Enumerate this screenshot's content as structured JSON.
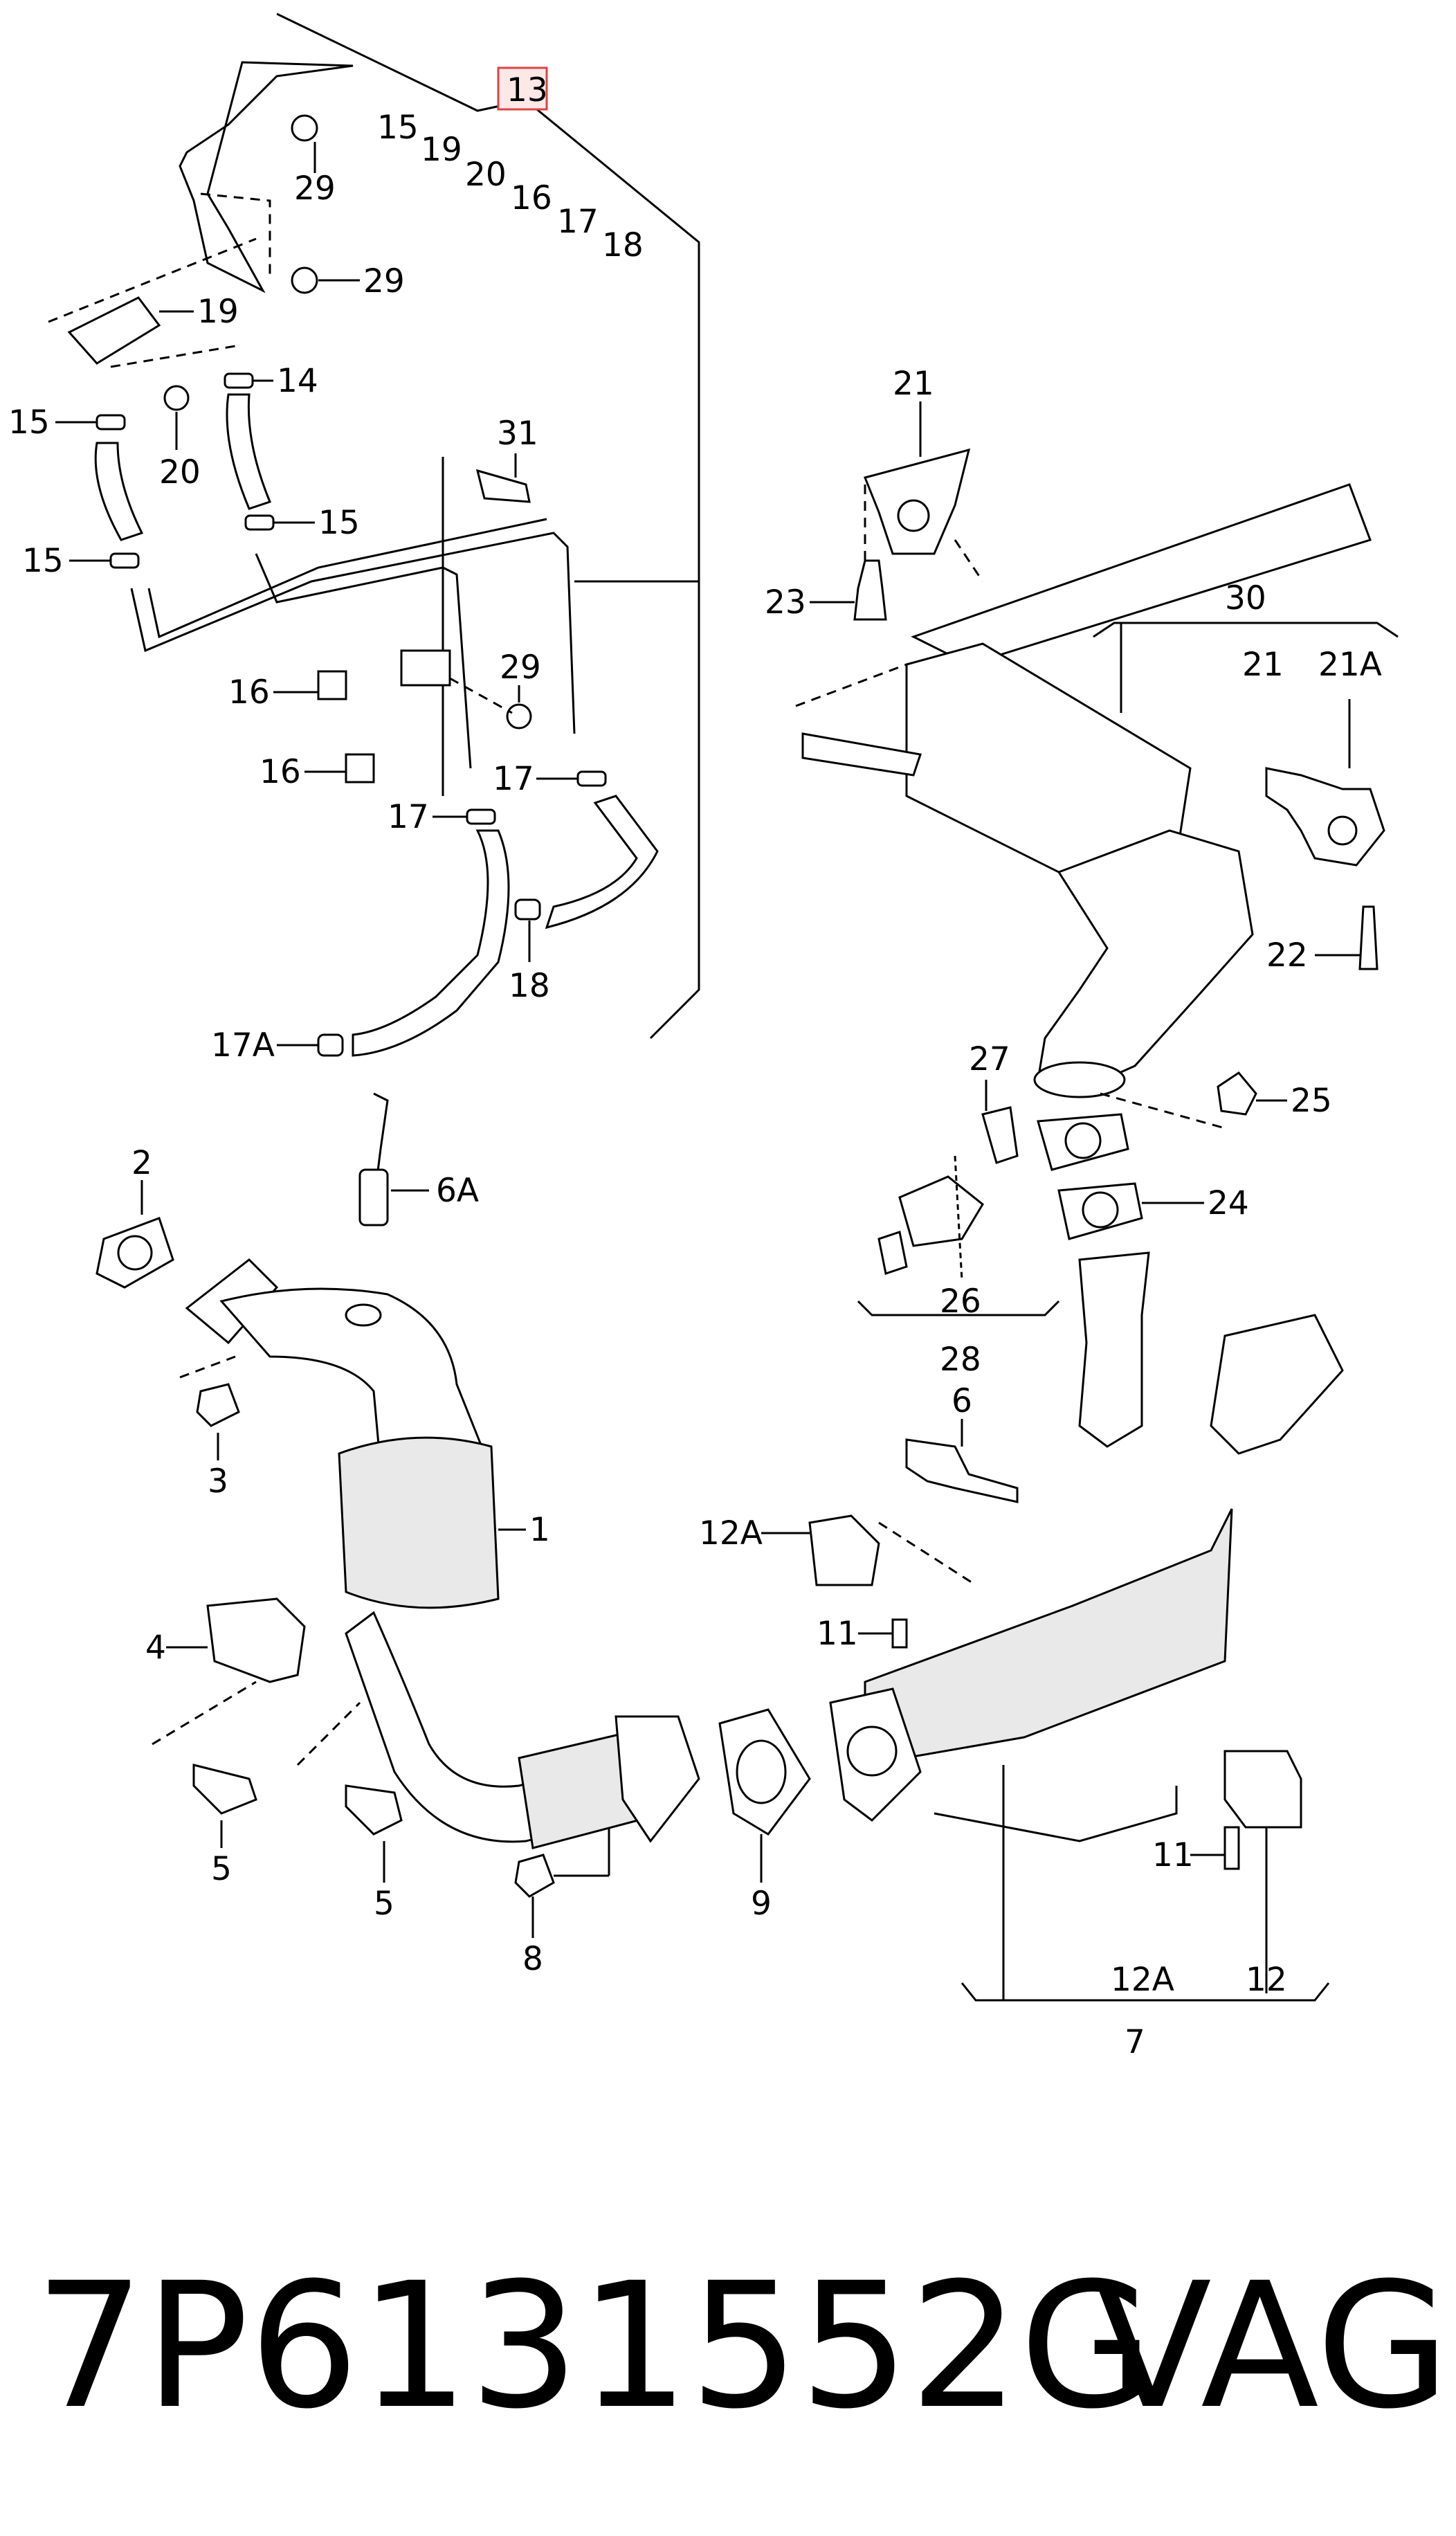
{
  "footer": {
    "part_number": "7P6131552G",
    "brand": "VAG"
  },
  "callouts": {
    "c13": "13",
    "c15a": "15",
    "c19a": "19",
    "c20a": "20",
    "c16a": "16",
    "c17a": "17",
    "c18a": "18",
    "c29a": "29",
    "c29b": "29",
    "c19b": "19",
    "c14": "14",
    "c15b": "15",
    "c20b": "20",
    "c15c": "15",
    "c15d": "15",
    "c31": "31",
    "c29c": "29",
    "c16b": "16",
    "c16c": "16",
    "c17b": "17",
    "c17c": "17",
    "c18b": "18",
    "c17A": "17A",
    "c21a": "21",
    "c23": "23",
    "c30": "30",
    "c21b": "21",
    "c21A": "21A",
    "c22": "22",
    "c27": "27",
    "c25": "25",
    "c24": "24",
    "c26": "26",
    "c28": "28",
    "c2": "2",
    "c6A": "6A",
    "c3": "3",
    "c1": "1",
    "c4": "4",
    "c5a": "5",
    "c5b": "5",
    "c8": "8",
    "c9": "9",
    "c6": "6",
    "c12A_a": "12A",
    "c11a": "11",
    "c11b": "11",
    "c12A_b": "12A",
    "c12": "12",
    "c7": "7"
  }
}
